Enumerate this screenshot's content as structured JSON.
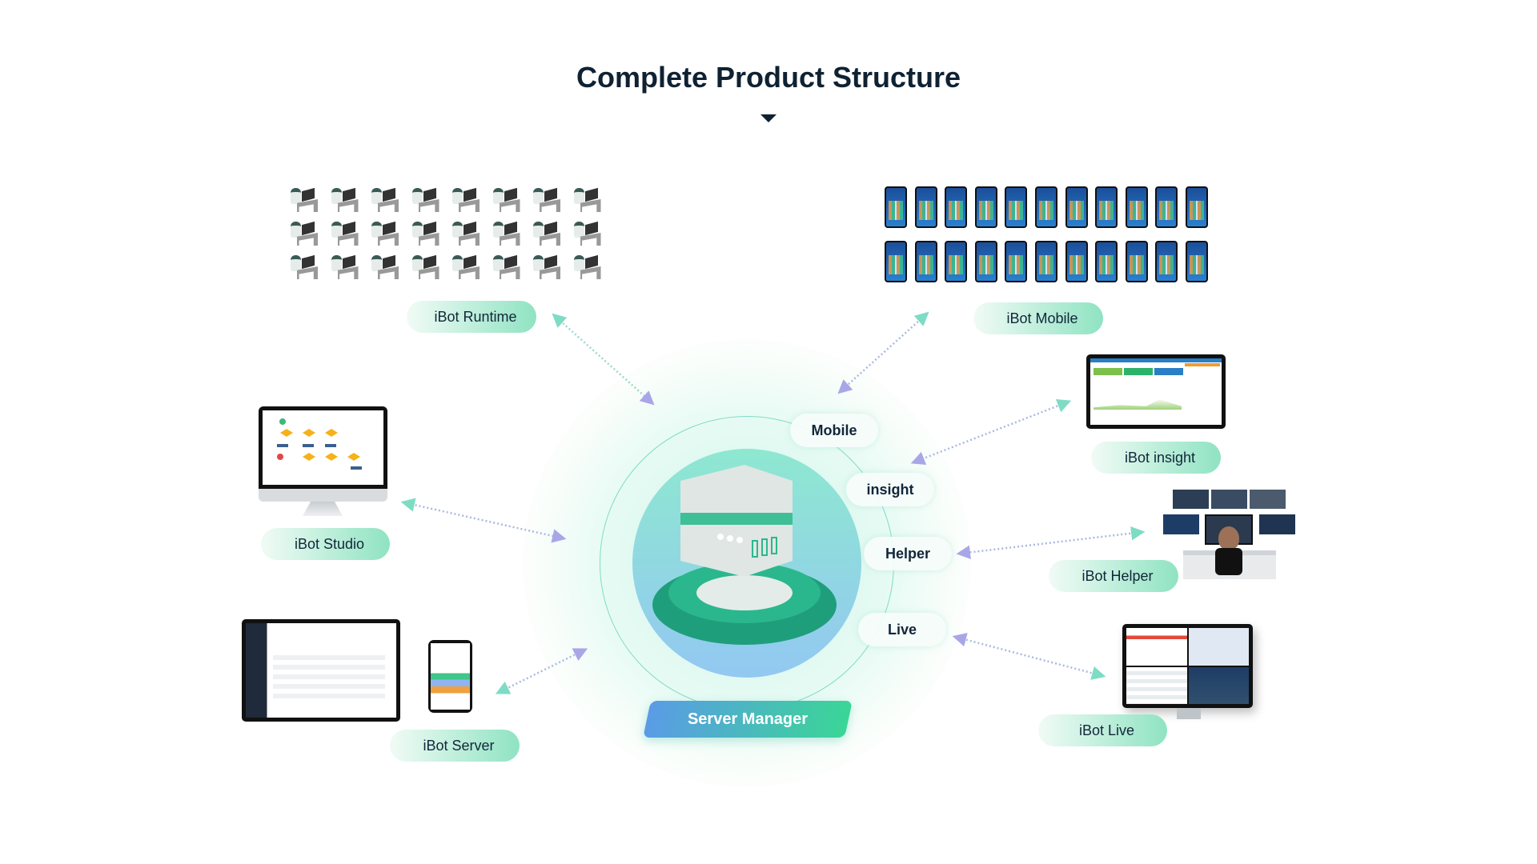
{
  "title": "Complete Product Structure",
  "center": {
    "label": "Server Manager",
    "ring_labels": [
      "Mobile",
      "insight",
      "Helper",
      "Live"
    ]
  },
  "products": {
    "runtime": "iBot Runtime",
    "mobile": "iBot Mobile",
    "insight": "iBot insight",
    "studio": "iBot Studio",
    "helper": "iBot Helper",
    "server": "iBot Server",
    "live": "iBot Live"
  },
  "colors": {
    "title": "#0f2233",
    "pill_gradient_end": "#8fe3c2",
    "badge_start": "#5a9be6",
    "badge_end": "#3ad696",
    "arrow_teal": "#7fdcc4",
    "arrow_purple": "#a9a6e8"
  }
}
